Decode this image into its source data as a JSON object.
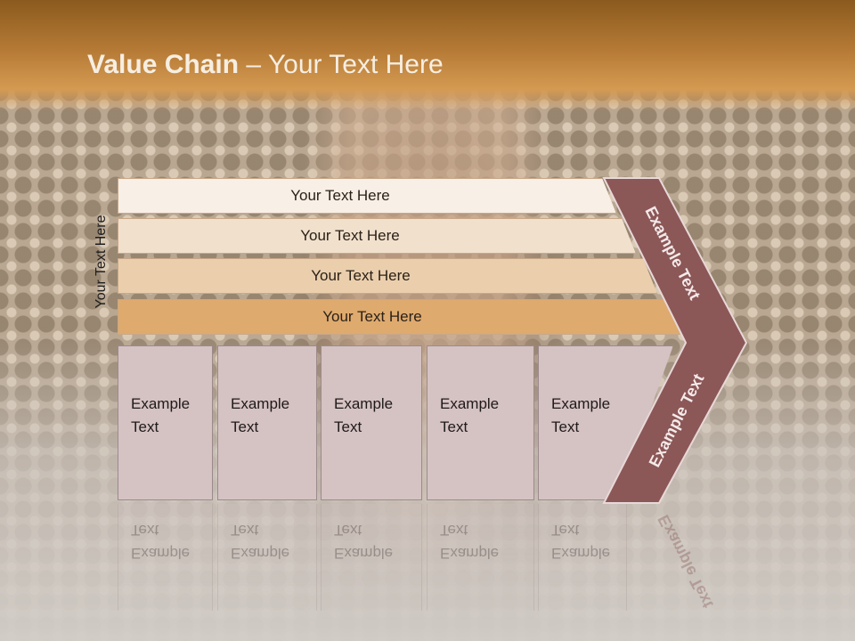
{
  "slide": {
    "title_bold": "Value Chain",
    "title_rest": " – Your Text Here",
    "side_label": "Your Text Here",
    "bars": [
      {
        "label": "Your Text Here"
      },
      {
        "label": "Your Text Here"
      },
      {
        "label": "Your Text Here"
      },
      {
        "label": "Your Text Here"
      }
    ],
    "boxes": [
      {
        "line1": "Example",
        "line2": "Text"
      },
      {
        "line1": "Example",
        "line2": "Text"
      },
      {
        "line1": "Example",
        "line2": "Text"
      },
      {
        "line1": "Example",
        "line2": "Text"
      },
      {
        "line1": "Example",
        "line2": "Text"
      }
    ],
    "chevron_top": "Example Text",
    "chevron_bottom": "Example Text",
    "colors": {
      "header": "#b57a35",
      "chevron": "#8c5757",
      "box": "#d5c2c3",
      "bar4": "#dfaa6e"
    }
  }
}
